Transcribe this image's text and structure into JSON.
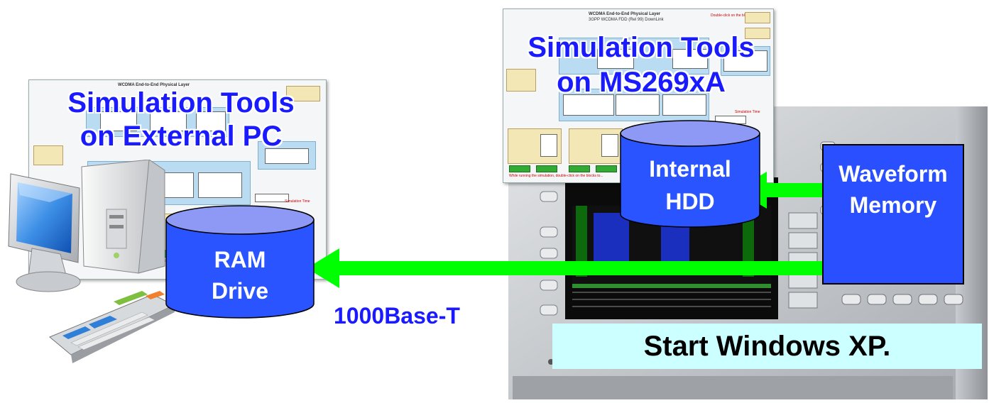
{
  "left_panel": {
    "title_line1": "Simulation Tools",
    "title_line2": "on External PC",
    "storage_line1": "RAM",
    "storage_line2": "Drive",
    "link_label": "1000Base-T"
  },
  "right_panel": {
    "title_line1": "Simulation Tools",
    "title_line2": "on MS269xA",
    "hdd_line1": "Internal",
    "hdd_line2": "HDD",
    "memory_line1": "Waveform",
    "memory_line2": "Memory",
    "status_text": "Start Windows XP."
  },
  "colors": {
    "title_blue": "#1a1aff",
    "cylinder_fill": "#2a54ff",
    "cylinder_top": "#8e99f5",
    "memory_box": "#2a4fff",
    "arrow_green": "#00ff00",
    "status_bg": "#ccffff"
  },
  "icons": [
    "desktop-computer-icon",
    "keyboard-icon",
    "signal-analyzer-instrument"
  ]
}
